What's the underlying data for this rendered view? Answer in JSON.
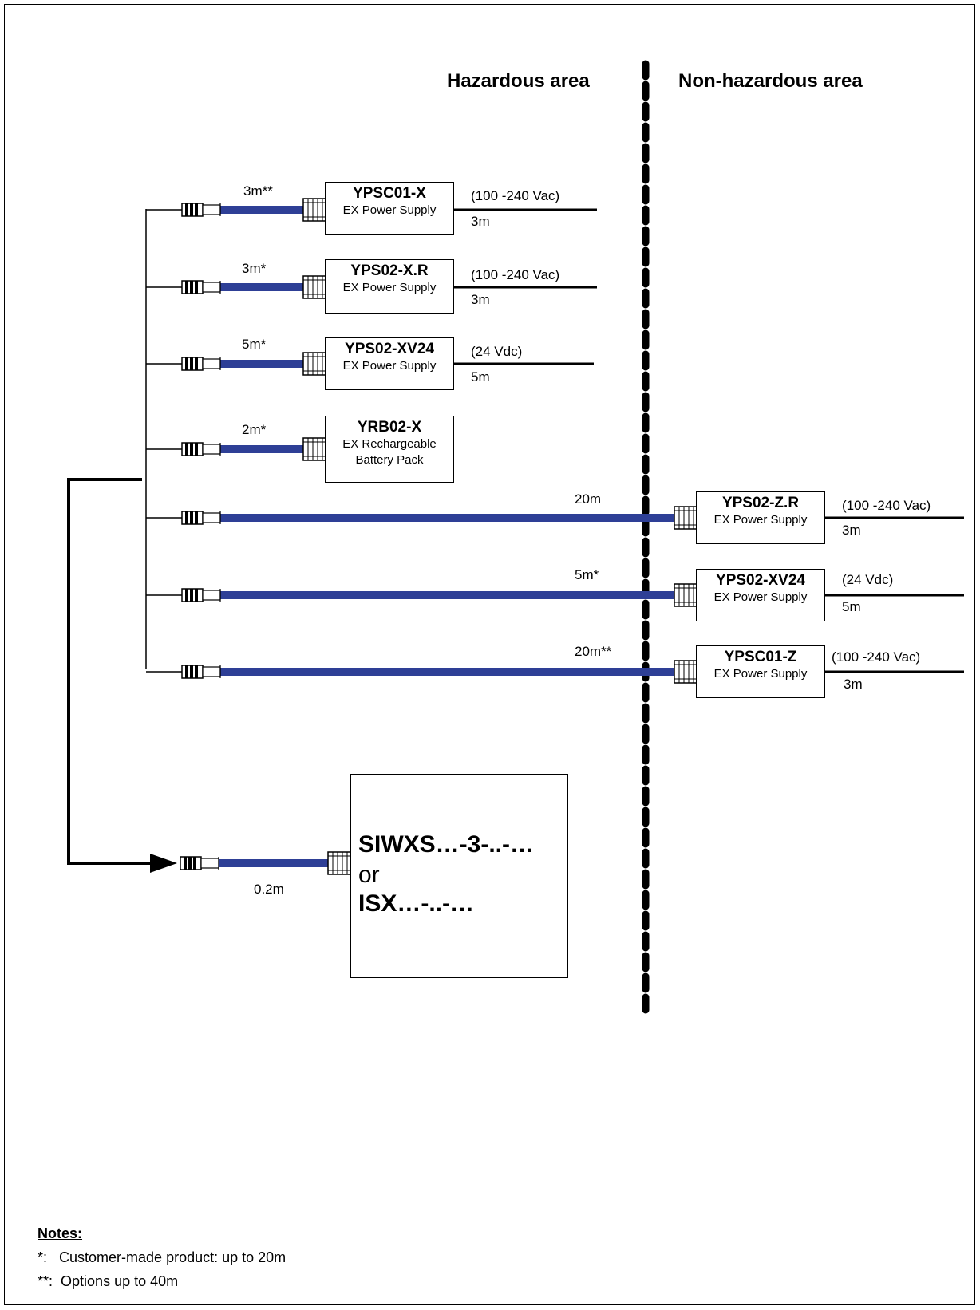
{
  "areas": {
    "hazardous": "Hazardous area",
    "non_hazardous": "Non-hazardous area"
  },
  "units": [
    {
      "name": "YPSC01-X",
      "desc": [
        "EX Power Supply"
      ],
      "cable_len": "3m**",
      "supply": "(100 -240 Vac)",
      "supply_len": "3m"
    },
    {
      "name": "YPS02-X.R",
      "desc": [
        "EX Power Supply"
      ],
      "cable_len": "3m*",
      "supply": "(100 -240 Vac)",
      "supply_len": "3m"
    },
    {
      "name": "YPS02-XV24",
      "desc": [
        "EX Power Supply"
      ],
      "cable_len": "5m*",
      "supply": "(24 Vdc)",
      "supply_len": "5m"
    },
    {
      "name": "YRB02-X",
      "desc": [
        "EX Rechargeable",
        "Battery Pack"
      ],
      "cable_len": "2m*"
    },
    {
      "name": "YPS02-Z.R",
      "desc": [
        "EX Power Supply"
      ],
      "cable_len": "20m",
      "supply": "(100 -240 Vac)",
      "supply_len": "3m"
    },
    {
      "name": "YPS02-XV24",
      "desc": [
        "EX Power Supply"
      ],
      "cable_len": "5m*",
      "supply": "(24 Vdc)",
      "supply_len": "5m"
    },
    {
      "name": "YPSC01-Z",
      "desc": [
        "EX Power Supply"
      ],
      "cable_len": "20m**",
      "supply": "(100 -240 Vac)",
      "supply_len": "3m"
    }
  ],
  "device": {
    "line1": "SIWXS…-3-..-…",
    "line2": "or",
    "line3": "ISX…-..-…",
    "cable_len": "0.2m"
  },
  "notes": {
    "title": "Notes:",
    "items": [
      {
        "mark": "*:",
        "text": "Customer-made product: up to 20m"
      },
      {
        "mark": "**:",
        "text": "Options up to 40m"
      }
    ]
  },
  "colors": {
    "cable": "#2e3f96",
    "line": "#000000"
  }
}
